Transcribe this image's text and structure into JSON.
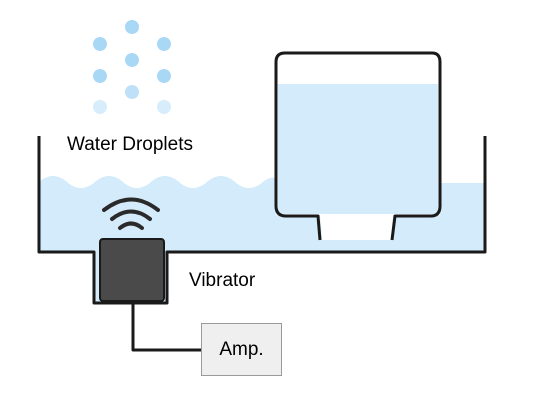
{
  "labels": {
    "water_droplets": "Water Droplets",
    "vibrator": "Vibrator",
    "amplifier": "Amp."
  },
  "colors": {
    "water": "#d3ebfa",
    "droplet": "#a9d7f6",
    "droplet_faint": "#d7edfb",
    "outline": "#1a1a1a",
    "vibrator_body": "#4a4a4a",
    "wave": "#2a2a2a",
    "amp_fill": "#efefef",
    "amp_border": "#9a9a9a"
  },
  "icons": {
    "vibration_waves": "wifi-like-waves-icon",
    "droplets": "droplet-cluster-icon"
  }
}
